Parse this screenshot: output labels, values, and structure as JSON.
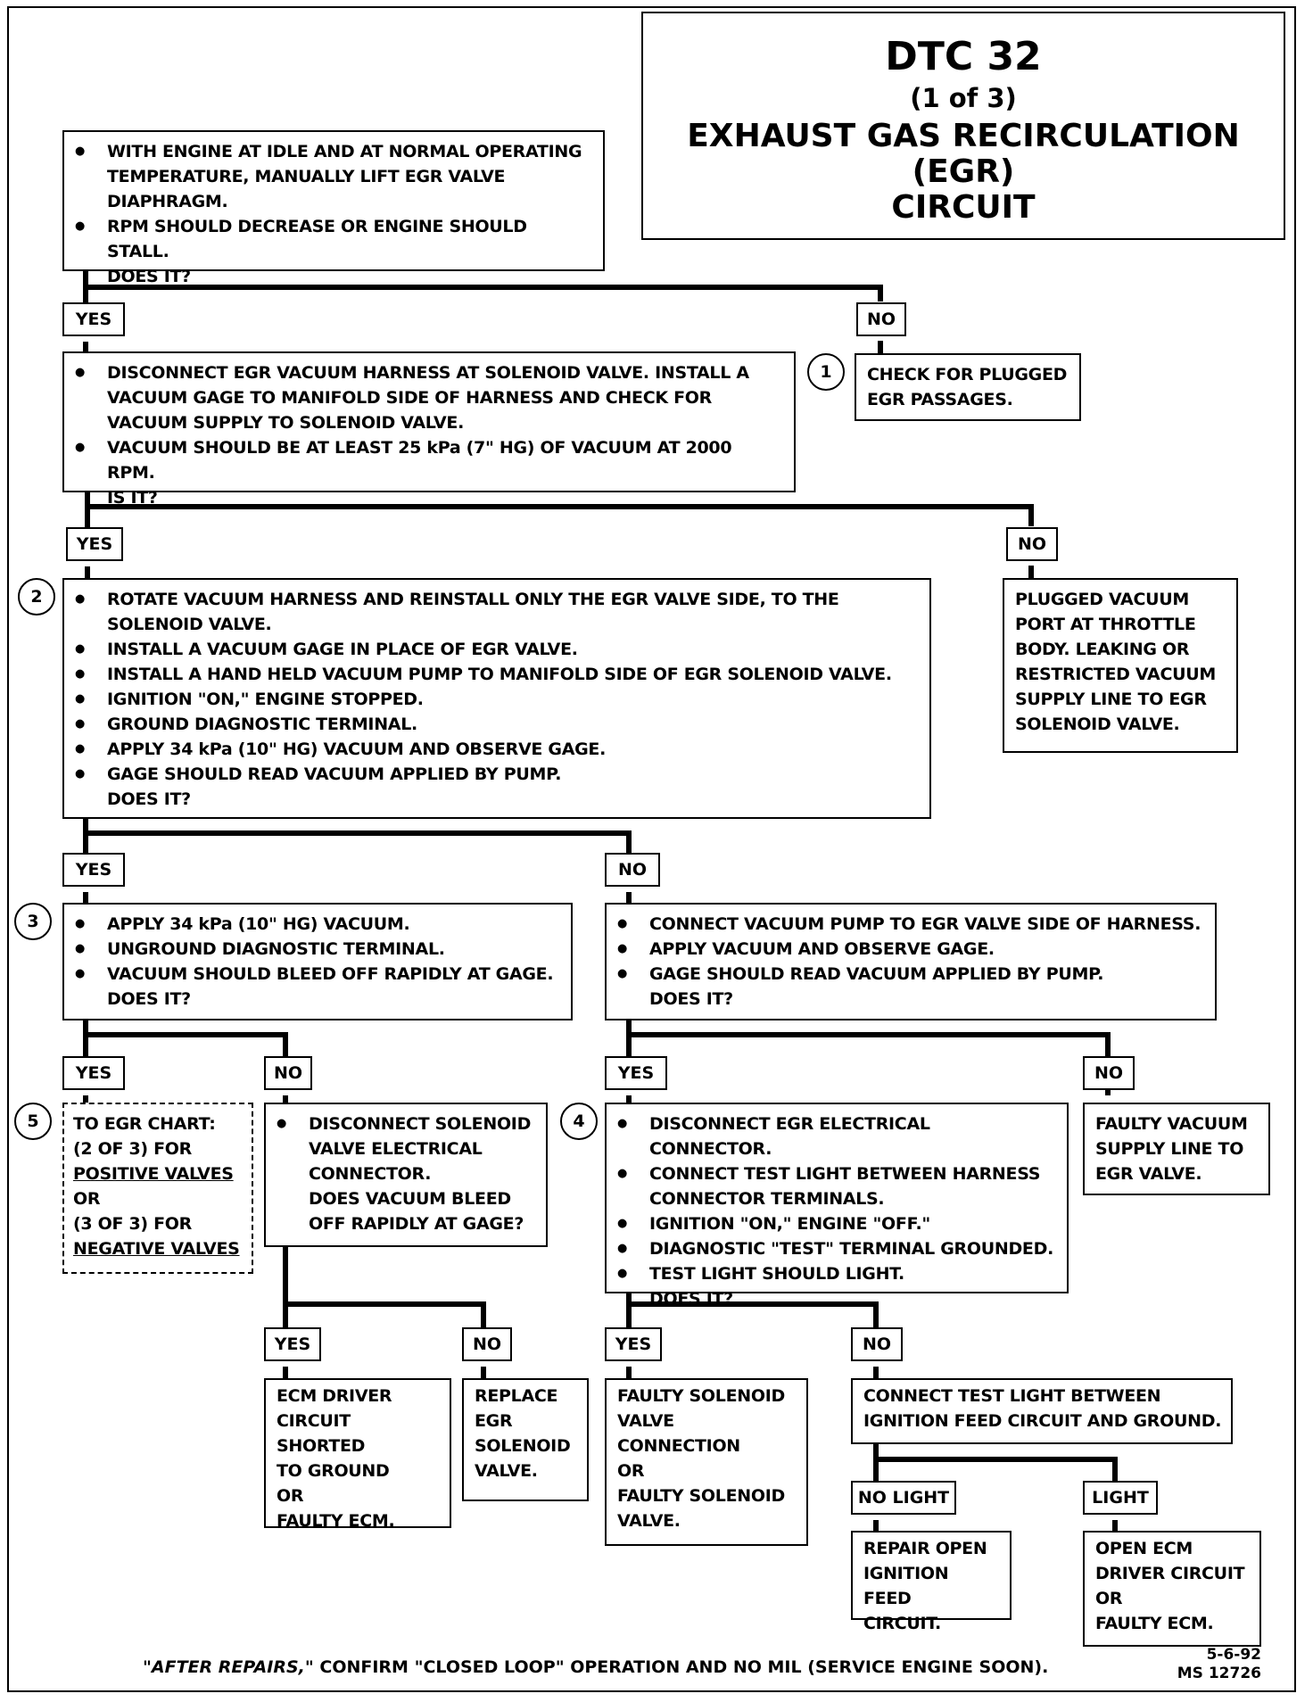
{
  "header": {
    "title": "DTC 32",
    "subtitle": "(1 of 3)",
    "heading_line1": "EXHAUST GAS RECIRCULATION (EGR)",
    "heading_line2": "CIRCUIT"
  },
  "labels": {
    "yes": "YES",
    "no": "NO",
    "no_light": "NO LIGHT",
    "light": "LIGHT"
  },
  "steps": {
    "s1": "1",
    "s2": "2",
    "s3": "3",
    "s4": "4",
    "s5": "5"
  },
  "boxes": {
    "start": [
      "WITH ENGINE AT IDLE AND AT NORMAL OPERATING TEMPERATURE, MANUALLY LIFT EGR VALVE DIAPHRAGM.",
      "RPM SHOULD DECREASE OR ENGINE SHOULD STALL.",
      "DOES IT?"
    ],
    "check_plugged": "CHECK FOR PLUGGED EGR PASSAGES.",
    "vacuum_check": [
      "DISCONNECT EGR VACUUM HARNESS AT SOLENOID VALVE. INSTALL A VACUUM GAGE TO MANIFOLD SIDE OF HARNESS AND CHECK FOR VACUUM SUPPLY TO SOLENOID VALVE.",
      "VACUUM SHOULD BE AT LEAST 25 kPa (7\" HG) OF VACUUM AT 2000 RPM.",
      "IS IT?"
    ],
    "plugged_port": "PLUGGED VACUUM PORT AT THROTTLE BODY. LEAKING OR RESTRICTED VACUUM SUPPLY LINE TO EGR SOLENOID VALVE.",
    "rotate_harness": [
      "ROTATE VACUUM HARNESS AND REINSTALL ONLY THE EGR VALVE SIDE, TO THE SOLENOID VALVE.",
      "INSTALL A VACUUM GAGE IN PLACE OF EGR VALVE.",
      "INSTALL A HAND HELD VACUUM PUMP TO MANIFOLD SIDE OF EGR SOLENOID VALVE.",
      "IGNITION \"ON,\" ENGINE STOPPED.",
      "GROUND DIAGNOSTIC TERMINAL.",
      "APPLY 34 kPa (10\" HG) VACUUM AND OBSERVE GAGE.",
      "GAGE SHOULD READ VACUUM APPLIED BY PUMP.",
      "DOES IT?"
    ],
    "apply_vacuum": [
      "APPLY 34 kPa (10\" HG) VACUUM.",
      "UNGROUND DIAGNOSTIC TERMINAL.",
      "VACUUM SHOULD BLEED OFF RAPIDLY AT GAGE.",
      "DOES IT?"
    ],
    "connect_pump": [
      "CONNECT VACUUM PUMP TO EGR VALVE SIDE OF HARNESS.",
      "APPLY VACUUM AND OBSERVE GAGE.",
      "GAGE SHOULD READ VACUUM APPLIED BY PUMP.",
      "DOES IT?"
    ],
    "to_egr_chart": {
      "l1": "TO EGR CHART:",
      "l2": "(2 OF 3) FOR",
      "l3": "POSITIVE VALVES",
      "l4": "OR",
      "l5": "(3 OF 3) FOR",
      "l6": "NEGATIVE VALVES"
    },
    "disconnect_solenoid": [
      "DISCONNECT SOLENOID VALVE ELECTRICAL CONNECTOR.",
      "DOES VACUUM BLEED OFF RAPIDLY AT GAGE?"
    ],
    "disconnect_egr_elec": [
      "DISCONNECT EGR ELECTRICAL CONNECTOR.",
      "CONNECT TEST LIGHT BETWEEN HARNESS CONNECTOR TERMINALS.",
      "IGNITION \"ON,\" ENGINE \"OFF.\"",
      "DIAGNOSTIC \"TEST\" TERMINAL GROUNDED.",
      "TEST LIGHT SHOULD LIGHT.",
      "DOES IT?"
    ],
    "faulty_vacuum_line": "FAULTY VACUUM SUPPLY LINE TO EGR VALVE.",
    "ecm_driver_shorted": [
      "ECM DRIVER",
      "CIRCUIT SHORTED",
      "TO GROUND",
      "OR",
      "FAULTY ECM."
    ],
    "replace_valve": [
      "REPLACE",
      "EGR",
      "SOLENOID",
      "VALVE."
    ],
    "faulty_connection": [
      "FAULTY SOLENOID",
      "VALVE",
      "CONNECTION",
      "OR",
      "FAULTY SOLENOID",
      "VALVE."
    ],
    "connect_test_light": "CONNECT TEST LIGHT BETWEEN IGNITION FEED CIRCUIT AND GROUND.",
    "repair_open": [
      "REPAIR OPEN",
      "IGNITION FEED",
      "CIRCUIT."
    ],
    "open_ecm": [
      "OPEN ECM",
      "DRIVER CIRCUIT",
      "OR",
      "FAULTY ECM."
    ]
  },
  "footer": {
    "italic": "\"AFTER REPAIRS,\"",
    "rest": " CONFIRM \"CLOSED LOOP\" OPERATION AND NO MIL (SERVICE ENGINE SOON).",
    "date": "5-6-92",
    "doc_number": "MS 12726"
  }
}
